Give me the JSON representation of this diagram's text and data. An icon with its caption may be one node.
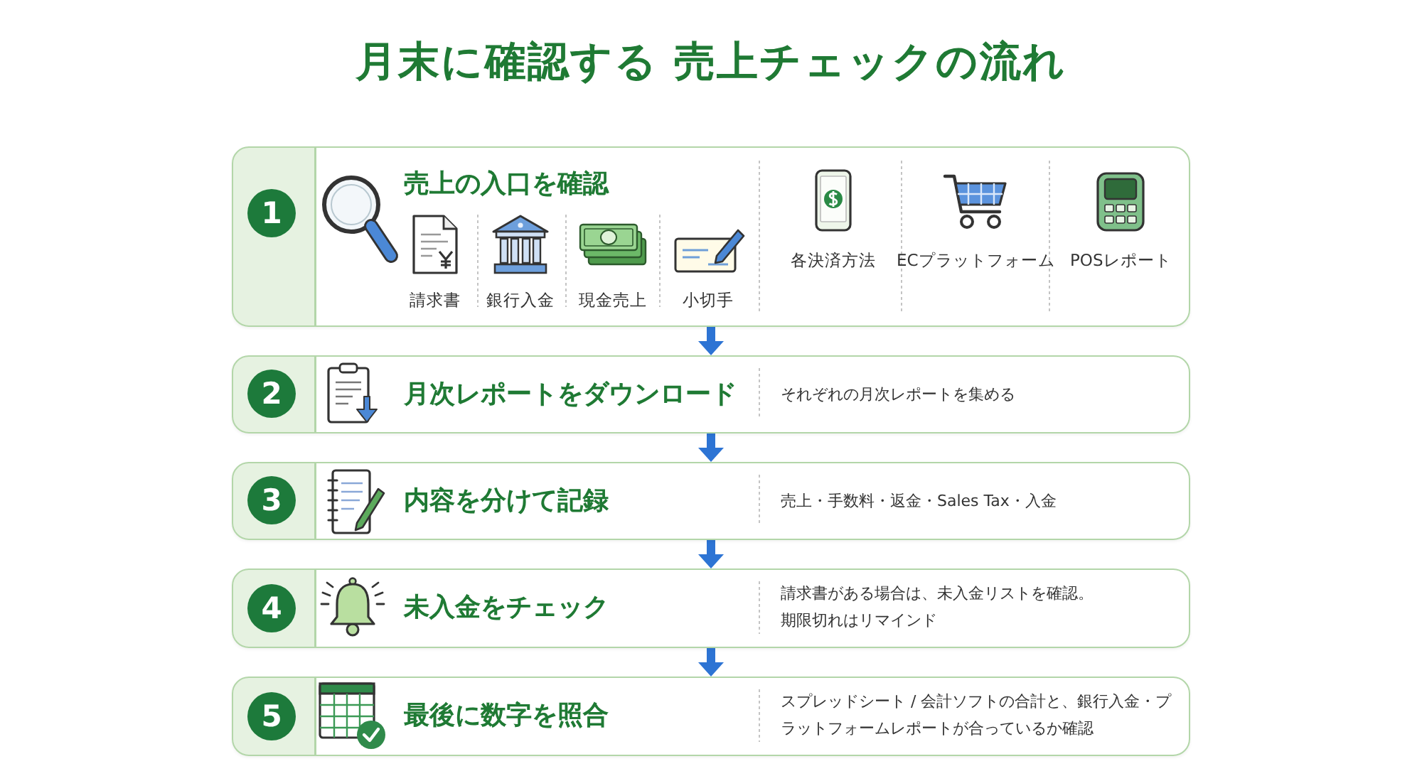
{
  "diagram": {
    "title": "月末に確認する 売上チェックの流れ",
    "nodes": [
      {
        "text": [
          "売上の入口を確認",
          "請求書",
          "銀行入金",
          "現金売上",
          "小切手",
          "各決済方法",
          "ECプラットフォーム",
          "POSレポート"
        ]
      },
      {
        "text": [
          "1"
        ],
        "in": 0
      },
      {
        "text": [
          "月次レポートをダウンロード",
          "それぞれの月次レポートを集める"
        ]
      },
      {
        "text": [
          "2"
        ],
        "in": 2
      },
      {
        "text": [
          "内容を分けて記録",
          "売上・手数料・返金・Sales Tax・入金"
        ]
      },
      {
        "text": [
          "3"
        ],
        "in": 4
      },
      {
        "text": [
          "未入金をチェック",
          "請求書がある場合は、未入金リストを確認。期限切れはリマインド"
        ]
      },
      {
        "text": [
          "4"
        ],
        "in": 6
      },
      {
        "text": [
          "最後に数字を照合",
          "スプレッドシート / 会計ソフトの合計と、銀行入金・プラットフォームレポートが合っているか確認"
        ]
      },
      {
        "text": [
          "5"
        ],
        "in": 8
      }
    ],
    "edges": [
      {
        "from": 0,
        "to": 2,
        "arrow": "to"
      },
      {
        "from": 2,
        "to": 4,
        "arrow": "to"
      },
      {
        "from": 4,
        "to": 6,
        "arrow": "to"
      },
      {
        "from": 6,
        "to": 8,
        "arrow": "to"
      }
    ]
  }
}
